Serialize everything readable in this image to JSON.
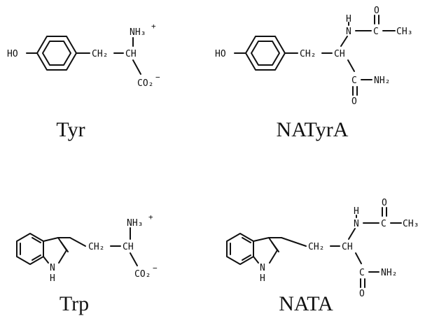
{
  "molecules": {
    "tyr": {
      "caption": "Tyr",
      "labels": {
        "ho": "HO",
        "ch2": "CH₂",
        "ch": "CH",
        "nh3": "NH₃",
        "nh3_charge": "+",
        "co2": "CO₂",
        "co2_charge": "−"
      }
    },
    "natyra": {
      "caption": "NATyrA",
      "labels": {
        "ho": "HO",
        "ch2": "CH₂",
        "ch": "CH",
        "n": "N",
        "h": "H",
        "c_acetyl": "C",
        "o_acetyl": "O",
        "ch3": "CH₃",
        "c_amide": "C",
        "nh2": "NH₂",
        "o_amide": "O"
      }
    },
    "trp": {
      "caption": "Trp",
      "labels": {
        "ring_n": "N",
        "ring_h": "H",
        "ch2": "CH₂",
        "ch": "CH",
        "nh3": "NH₃",
        "nh3_charge": "+",
        "co2": "CO₂",
        "co2_charge": "−"
      }
    },
    "nata": {
      "caption": "NATA",
      "labels": {
        "ring_n": "N",
        "ring_h": "H",
        "ch2": "CH₂",
        "ch": "CH",
        "n": "N",
        "h": "H",
        "c_acetyl": "C",
        "o_acetyl": "O",
        "ch3": "CH₃",
        "c_amide": "C",
        "nh2": "NH₂",
        "o_amide": "O"
      }
    }
  }
}
